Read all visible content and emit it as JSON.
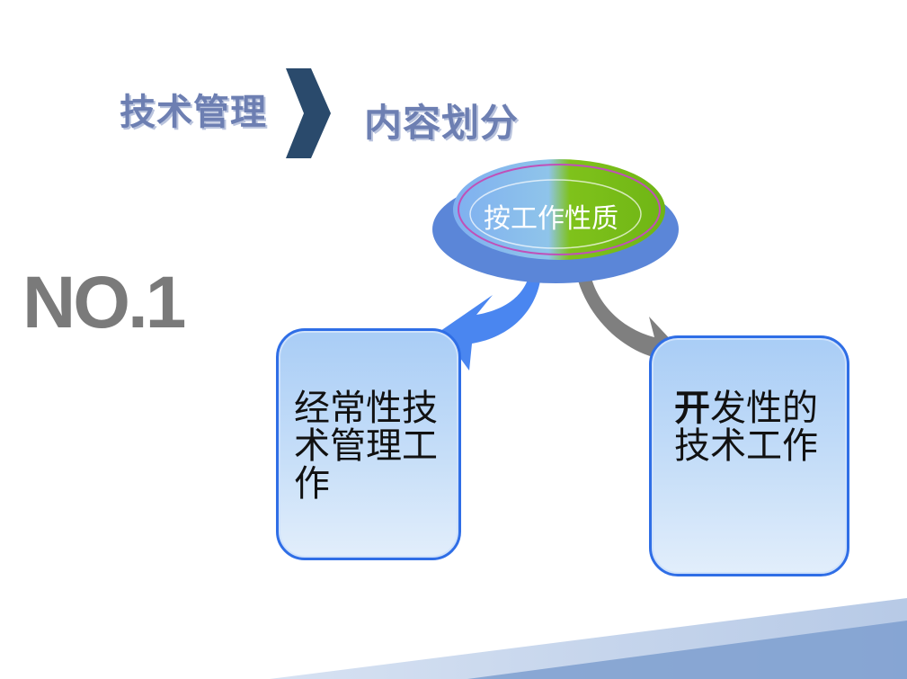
{
  "header": {
    "category": "技术管理",
    "topic": "内容划分"
  },
  "section_label": "NO.1",
  "center_node": {
    "label": "按工作性质"
  },
  "branches": [
    {
      "text": "经常性技\n术管理工\n作"
    },
    {
      "bold_prefix": "开",
      "text_rest": "发性的\n技术工作"
    }
  ],
  "colors": {
    "title": "#6d7fb2",
    "chevron": "#2a4a6c",
    "box_border": "#2f6ee6",
    "arrow_left": "#4a86f0",
    "arrow_right": "#7f7f7f",
    "disc_base": "#5b86d8",
    "disc_green": "#7fc21b",
    "footer_band": "#7e9fcf"
  }
}
